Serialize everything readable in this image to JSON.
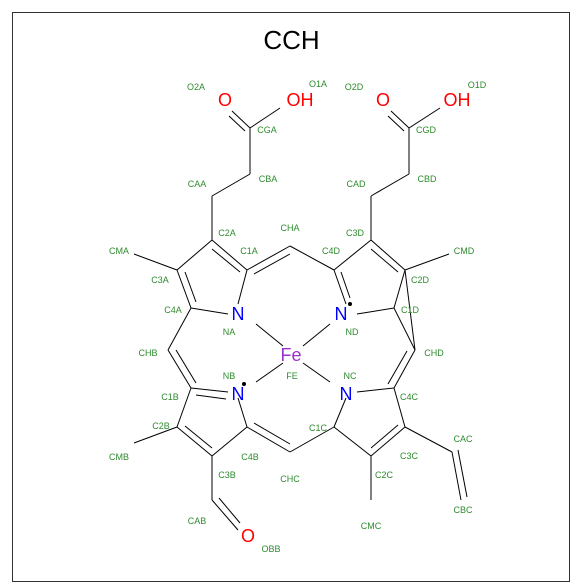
{
  "title": "CCH",
  "colors": {
    "carbon_label": "#2e8b2e",
    "oxygen": "#ff0000",
    "nitrogen": "#0000ff",
    "iron": "#9932cc",
    "bond": "#000000"
  },
  "atoms": {
    "fe": {
      "symbol": "Fe",
      "label": "FE"
    },
    "na": {
      "symbol": "N",
      "label": "NA"
    },
    "nb": {
      "symbol": "N",
      "label": "NB"
    },
    "nc": {
      "symbol": "N",
      "label": "NC"
    },
    "nd": {
      "symbol": "N",
      "label": "ND"
    },
    "o1a": {
      "symbol": "OH",
      "label": "O1A"
    },
    "o2a": {
      "symbol": "O",
      "label": "O2A"
    },
    "o1d": {
      "symbol": "OH",
      "label": "O1D"
    },
    "o2d": {
      "symbol": "O",
      "label": "O2D"
    },
    "obb": {
      "symbol": "O",
      "label": "OBB"
    }
  },
  "carbon_labels": {
    "cga": "CGA",
    "cba": "CBA",
    "caa": "CAA",
    "c2a": "C2A",
    "cma": "CMA",
    "c3a": "C3A",
    "c1a": "C1A",
    "c4a": "C4A",
    "cha": "CHA",
    "c4d": "C4D",
    "c3d": "C3D",
    "cad": "CAD",
    "cbd": "CBD",
    "cgd": "CGD",
    "cmd": "CMD",
    "c2d": "C2D",
    "c1d": "C1D",
    "chd": "CHD",
    "chb": "CHB",
    "c1b": "C1B",
    "c2b": "C2B",
    "cmb": "CMB",
    "c3b": "C3B",
    "c4b": "C4B",
    "cab": "CAB",
    "chc": "CHC",
    "c1c": "C1C",
    "c2c": "C2C",
    "cmc": "CMC",
    "c3c": "C3C",
    "c4c": "C4C",
    "cac": "CAC",
    "cbc": "CBC"
  }
}
